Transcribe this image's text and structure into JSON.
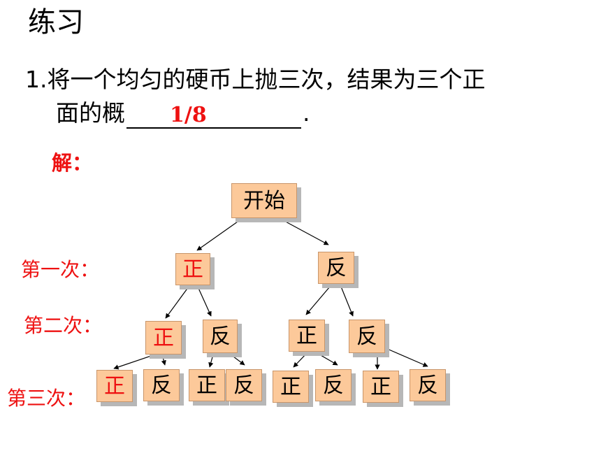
{
  "title": "练习",
  "question": {
    "number": "1.",
    "line1": "将一个均匀的硬币上抛三次，结果为三个正",
    "line2": "面的概",
    "answer": "1/8",
    "period": "."
  },
  "solution_label": "解：",
  "tree": {
    "root": "开始",
    "row_labels": [
      "第一次：",
      "第二次：",
      "第三次："
    ],
    "level1": [
      "正",
      "反"
    ],
    "level2": [
      "正",
      "反",
      "正",
      "反"
    ],
    "level3": [
      "正",
      "反",
      "正",
      "反",
      "正",
      "反",
      "正",
      "反"
    ],
    "highlight_color": "#ee1111",
    "node_color": "#fcc99a"
  }
}
